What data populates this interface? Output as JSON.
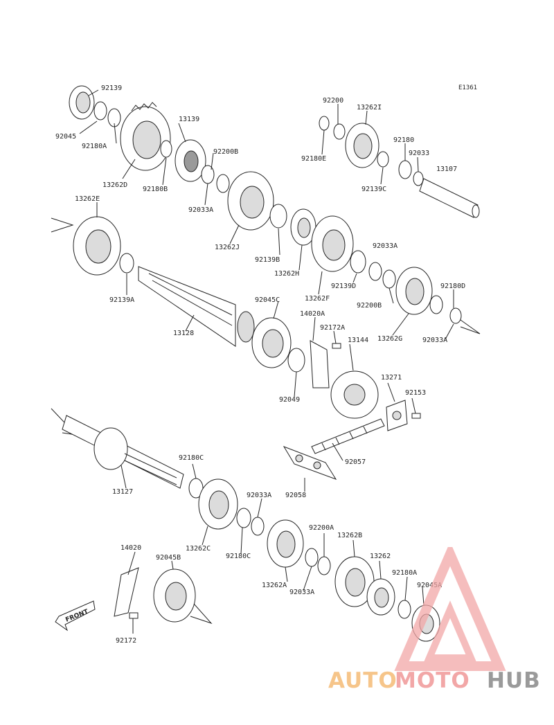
{
  "diagram": {
    "code": "E1361",
    "front_label": "FRONT",
    "part_numbers": [
      "92139",
      "92045",
      "92180A",
      "13262D",
      "13139",
      "92200B",
      "92180B",
      "92033A",
      "92200",
      "13262I",
      "92180",
      "92033",
      "92180E",
      "13107",
      "92139C",
      "13262E",
      "92139A",
      "13262J",
      "92139B",
      "13262H",
      "13262F",
      "92033A",
      "92139D",
      "92200B",
      "13262G",
      "92180D",
      "92033A",
      "13128",
      "92045C",
      "14020A",
      "92172A",
      "13144",
      "92049",
      "13271",
      "92153",
      "92057",
      "92058",
      "13127",
      "92180C",
      "92033A",
      "13262C",
      "92180C",
      "92200A",
      "13262B",
      "13262",
      "13262A",
      "92033A",
      "92180A",
      "92045A",
      "14020",
      "92045B",
      "92172"
    ]
  },
  "watermark": {
    "word_part_1": "AUTO",
    "word_part_2": "MOTO",
    "word_part_3": "HUB",
    "colors": {
      "primary": "#f2a7a7",
      "secondary": "#f6c58a",
      "tertiary": "#9a9a9a"
    }
  }
}
